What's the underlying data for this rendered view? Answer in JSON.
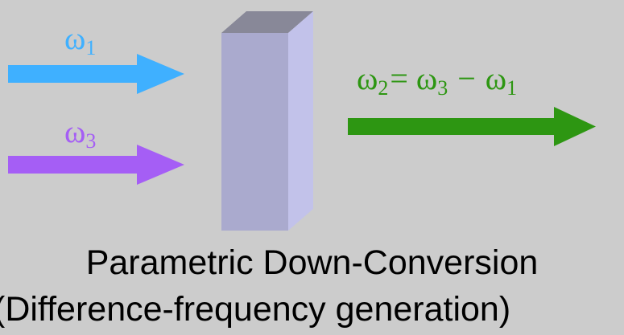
{
  "colors": {
    "background": "#cccccc",
    "omega1": "#3fb0ff",
    "omega3": "#a55ef5",
    "omega2": "#2d9612",
    "crystal_front": "#aaaace",
    "crystal_top": "#888898",
    "crystal_side": "#c2c2ea",
    "caption": "#000000"
  },
  "inputs": {
    "omega1": {
      "symbol": "ω",
      "subscript": "1"
    },
    "omega3": {
      "symbol": "ω",
      "subscript": "3"
    }
  },
  "output": {
    "lhs_symbol": "ω",
    "lhs_sub": "2",
    "equals": "=",
    "term1_symbol": "ω",
    "term1_sub": "3",
    "minus": "−",
    "term2_symbol": "ω",
    "term2_sub": "1"
  },
  "caption": {
    "line1": "Parametric Down-Conversion",
    "line2": "(Difference-frequency generation)"
  },
  "icons": {
    "omega1_arrow": "right-arrow",
    "omega3_arrow": "right-arrow",
    "omega2_arrow": "right-arrow",
    "crystal": "nonlinear-crystal-block"
  }
}
